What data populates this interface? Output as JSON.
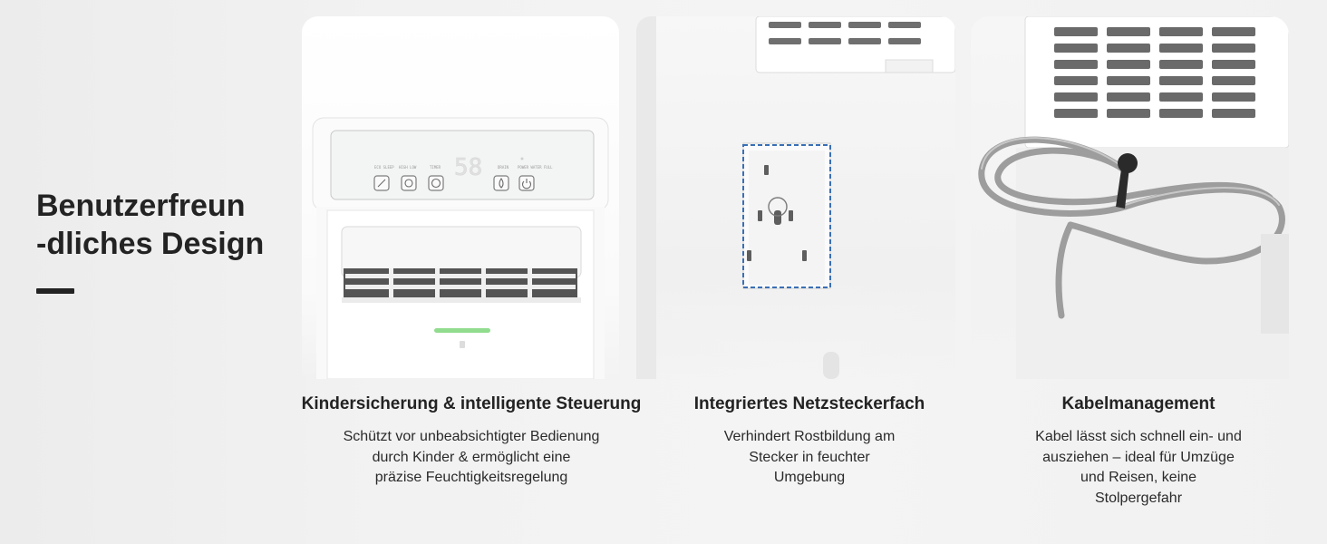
{
  "headline": {
    "text": "Benutzerfreun\n-dliches Design"
  },
  "features": [
    {
      "title": "Kindersicherung & intelligente Steuerung",
      "text": "Schützt vor unbeabsichtigter Bedienung\ndurch Kinder & ermöglicht eine\npräzise Feuchtigkeitsregelung",
      "image": {
        "display_value": "58"
      }
    },
    {
      "title": "Integriertes Netzsteckerfach",
      "text": "Verhindert Rostbildung am\nStecker in feuchter\nUmgebung"
    },
    {
      "title": "Kabelmanagement",
      "text": "Kabel lässt sich schnell ein- und\nausziehen – ideal für Umzüge\nund Reisen, keine\nStolpergefahr"
    }
  ],
  "colors": {
    "text": "#232323",
    "background": "#efefef",
    "socket_highlight": "#3a6fb5",
    "indicator_led": "#7ed67a"
  }
}
